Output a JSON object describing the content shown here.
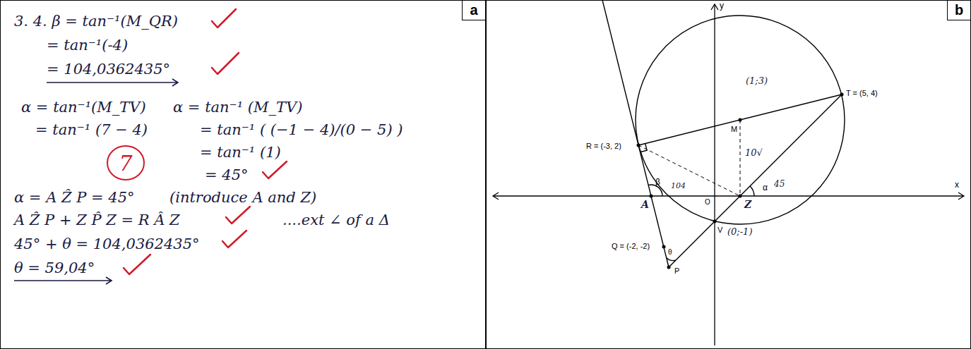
{
  "diagram": {
    "nodes": [
      {
        "text": [
          "a"
        ]
      },
      {
        "text": [
          "7"
        ]
      },
      {
        "text": [
          "b"
        ]
      }
    ],
    "labels": [
      "3. 4. β = tan⁻¹(M_QR)",
      "= tan⁻¹(-4)",
      "= 104,0362435°",
      "α = tan⁻¹(M_TV)",
      "= tan⁻¹ (7 − 4)",
      "α = tan⁻¹ (M_TV)",
      "= tan⁻¹ ( (−1 − 4)/(0 − 5) )",
      "= tan⁻¹ (1)",
      "= 45°",
      "α = A Ẑ P = 45°",
      "(introduce A and Z)",
      "A Ẑ P + Z P̂ Z = R Â Z",
      "....ext ∠ of a Δ",
      "45° + θ = 104,0362435°",
      "θ = 59,04°",
      "y",
      "x",
      "O",
      "R = (-3, 2)",
      "T = (5, 4)",
      "M",
      "(1;3)",
      "10√",
      "A",
      "β",
      "104",
      "Z",
      "α",
      "45",
      "V",
      "(0;-1)",
      "Q = (-2, -2)",
      "P",
      "θ"
    ]
  }
}
